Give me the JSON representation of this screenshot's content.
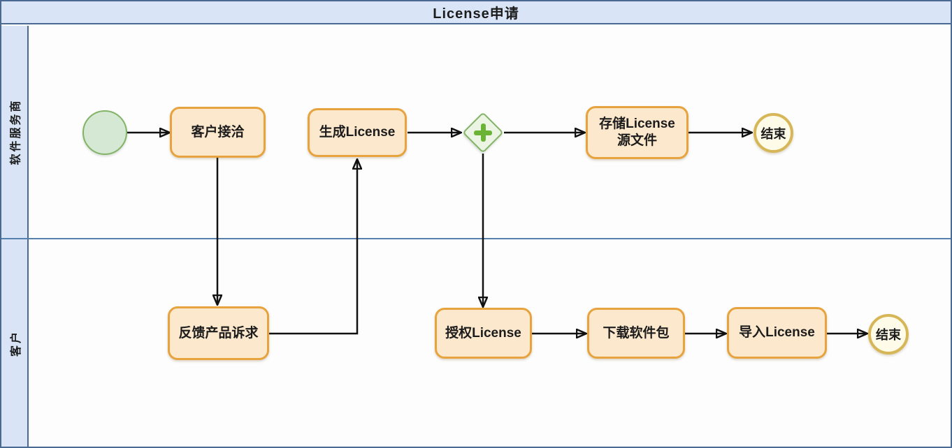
{
  "title": "License申请",
  "lanes": [
    {
      "id": "provider",
      "label": "软件服务商"
    },
    {
      "id": "customer",
      "label": "客户"
    }
  ],
  "nodes": {
    "start": {
      "type": "start-event",
      "lane": "provider"
    },
    "task_contact": {
      "type": "task",
      "lane": "provider",
      "label": "客户接洽"
    },
    "task_generate": {
      "type": "task",
      "lane": "provider",
      "label": "生成License"
    },
    "gateway": {
      "type": "parallel-gateway",
      "lane": "provider",
      "icon": "plus-icon"
    },
    "task_store": {
      "type": "task",
      "lane": "provider",
      "label": "存储License源文件",
      "lines": [
        "存储License",
        "源文件"
      ]
    },
    "end_top": {
      "type": "end-event",
      "lane": "provider",
      "label": "结束"
    },
    "task_feedback": {
      "type": "task",
      "lane": "customer",
      "label": "反馈产品诉求"
    },
    "task_authorize": {
      "type": "task",
      "lane": "customer",
      "label": "授权License"
    },
    "task_download": {
      "type": "task",
      "lane": "customer",
      "label": "下载软件包"
    },
    "task_import": {
      "type": "task",
      "lane": "customer",
      "label": "导入License"
    },
    "end_bottom": {
      "type": "end-event",
      "lane": "customer",
      "label": "结束"
    }
  },
  "flows": [
    {
      "from": "start",
      "to": "task_contact"
    },
    {
      "from": "task_contact",
      "to": "task_feedback"
    },
    {
      "from": "task_feedback",
      "to": "task_generate"
    },
    {
      "from": "task_generate",
      "to": "gateway"
    },
    {
      "from": "gateway",
      "to": "task_store"
    },
    {
      "from": "task_store",
      "to": "end_top"
    },
    {
      "from": "gateway",
      "to": "task_authorize"
    },
    {
      "from": "task_authorize",
      "to": "task_download"
    },
    {
      "from": "task_download",
      "to": "task_import"
    },
    {
      "from": "task_import",
      "to": "end_bottom"
    }
  ],
  "colors": {
    "canvas_border": "#4a6a94",
    "lane_bg": "#d9e5f7",
    "divider": "#5580ad",
    "task_fill": "#fce8cd",
    "task_border": "#e7a33e",
    "start_fill": "#d5e8d4",
    "start_border": "#82b366",
    "gateway_fill": "#ecf5e3",
    "gateway_border": "#82b366",
    "gateway_plus": "#6ab335",
    "end_fill": "#fffbe9",
    "end_border": "#d6b656",
    "flow_color": "#111111",
    "text_color": "#1c1c1c"
  }
}
